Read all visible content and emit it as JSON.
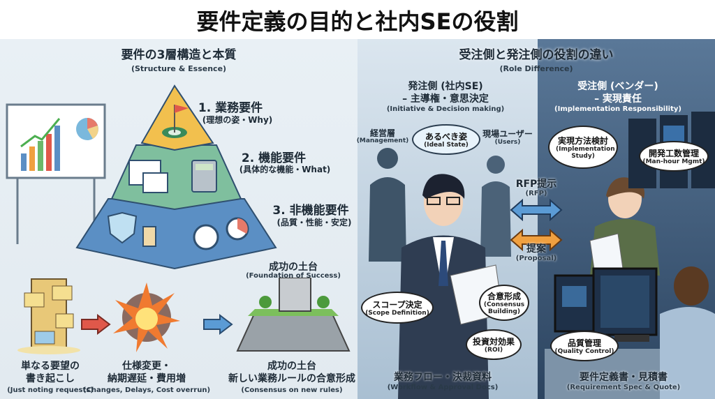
{
  "title": "要件定義の目的と社内SEの役割",
  "left": {
    "heading": "要件の3層構造と本質",
    "heading_en": "(Structure & Essence)",
    "layers": [
      {
        "label": "1. 業務要件",
        "sub": "(理想の姿・Why)",
        "color": "#f2c04e"
      },
      {
        "label": "2. 機能要件",
        "sub": "(具体的な機能・What)",
        "color": "#7fbf9e"
      },
      {
        "label": "3. 非機能要件",
        "sub": "(品質・性能・安定)",
        "color": "#5b8fc4"
      }
    ],
    "flow": [
      {
        "lines": [
          "単なる要望の",
          "書き起こし"
        ],
        "en": "(Just noting requests)"
      },
      {
        "lines": [
          "仕様変更・",
          "納期遅延・費用増"
        ],
        "en": "(Changes, Delays, Cost overrun)"
      },
      {
        "lines": [
          "成功の土台",
          "新しい業務ルールの合意形成"
        ],
        "en": "(Consensus on new rules)"
      }
    ],
    "foundation_heading": "成功の土台",
    "foundation_heading_en": "(Foundation of Success)"
  },
  "right": {
    "heading": "受注側と発注側の役割の違い",
    "heading_en": "(Role Difference)",
    "client": {
      "title": "発注側 (社内SE)",
      "title2": "– 主導権・意思決定",
      "en": "(Initiative & Decision making)",
      "management": "経営層",
      "management_en": "(Management)",
      "users": "現場ユーザー",
      "users_en": "(Users)",
      "bubbles": [
        {
          "j": "あるべき姿",
          "e": "(Ideal State)"
        },
        {
          "j": "スコープ決定",
          "e": "(Scope Definition)"
        },
        {
          "j": "合意形成",
          "e": "(Consensus Building)"
        },
        {
          "j": "投資対効果",
          "e": "(ROI)"
        }
      ],
      "doc": "業務フロー・決裁資料",
      "doc_en": "(Workflow & Approval Docs)"
    },
    "vendor": {
      "title": "受注側 (ベンダー)",
      "title2": "– 実現責任",
      "en": "(Implementation Responsibility)",
      "bubbles": [
        {
          "j": "実現方法検討",
          "e": "(Implementation Study)"
        },
        {
          "j": "開発工数管理",
          "e": "(Man-hour Mgmt)"
        },
        {
          "j": "品質管理",
          "e": "(Quality Control)"
        }
      ],
      "doc": "要件定義書・見積書",
      "doc_en": "(Requirement Spec & Quote)"
    },
    "rfp": "RFP提示",
    "rfp_en": "(RFP)",
    "proposal": "提案",
    "proposal_en": "(Proposal)"
  },
  "colors": {
    "left_bg": "#e6edf2",
    "client_bg": "#c6d7e4",
    "vendor_bg": "#3e5b78",
    "arrow_blue": "#5b9bd5",
    "arrow_orange": "#f0a040",
    "arrow_red": "#e0584a"
  }
}
